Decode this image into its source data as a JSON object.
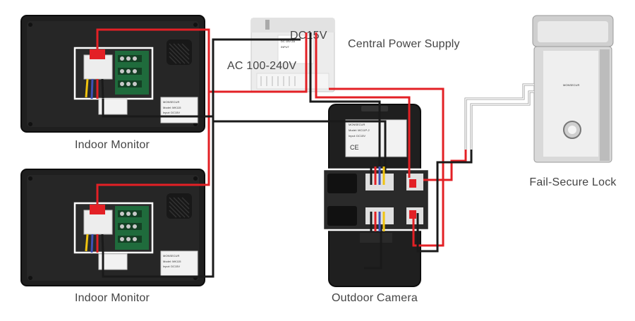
{
  "labels": {
    "indoor_monitor_1": "Indoor Monitor",
    "indoor_monitor_2": "Indoor Monitor",
    "outdoor_camera": "Outdoor Camera",
    "central_power_supply": "Central Power Supply",
    "fail_secure_lock": "Fail-Secure Lock",
    "dc_output": "DC15V",
    "ac_input": "AC 100-240V"
  },
  "colors": {
    "wire_power": "#e32025",
    "wire_ground": "#1a1a1a",
    "wire_lock": "#ffffff",
    "device_body": "#1f1f1f",
    "pcb": "#1f6b3c"
  }
}
